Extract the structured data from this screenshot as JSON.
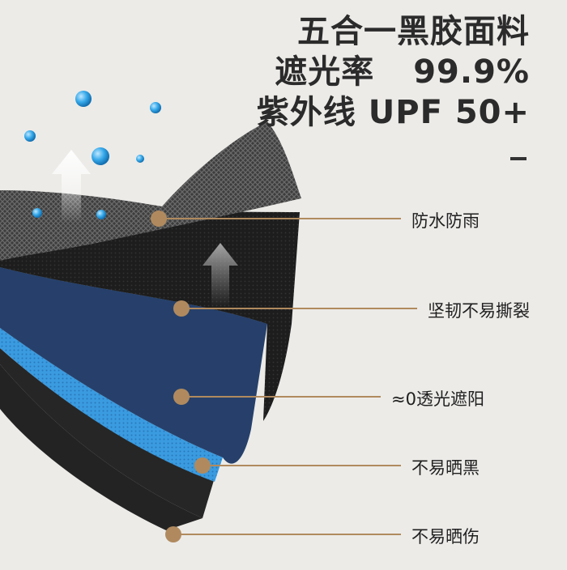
{
  "heading": {
    "line1": "五合一黑胶面料",
    "line2_label": "遮光率",
    "line2_value": "99.9%",
    "line3": "紫外线 UPF 50+",
    "dash": "–"
  },
  "layers": [
    {
      "label": "防水防雨"
    },
    {
      "label": "坚韧不易撕裂"
    },
    {
      "label": "≈0透光遮阳"
    },
    {
      "label": "不易晒黑"
    },
    {
      "label": "不易晒伤"
    }
  ],
  "colors": {
    "background": "#ecebe8",
    "leader": "#b08a5e",
    "droplet": "#2fa8e6",
    "layer_dark": "#1c1c1c",
    "layer_blue": "#27406b",
    "layer_cyan": "#3c9ce0"
  },
  "icons": [
    "water-droplet-icon",
    "up-arrow-icon"
  ]
}
